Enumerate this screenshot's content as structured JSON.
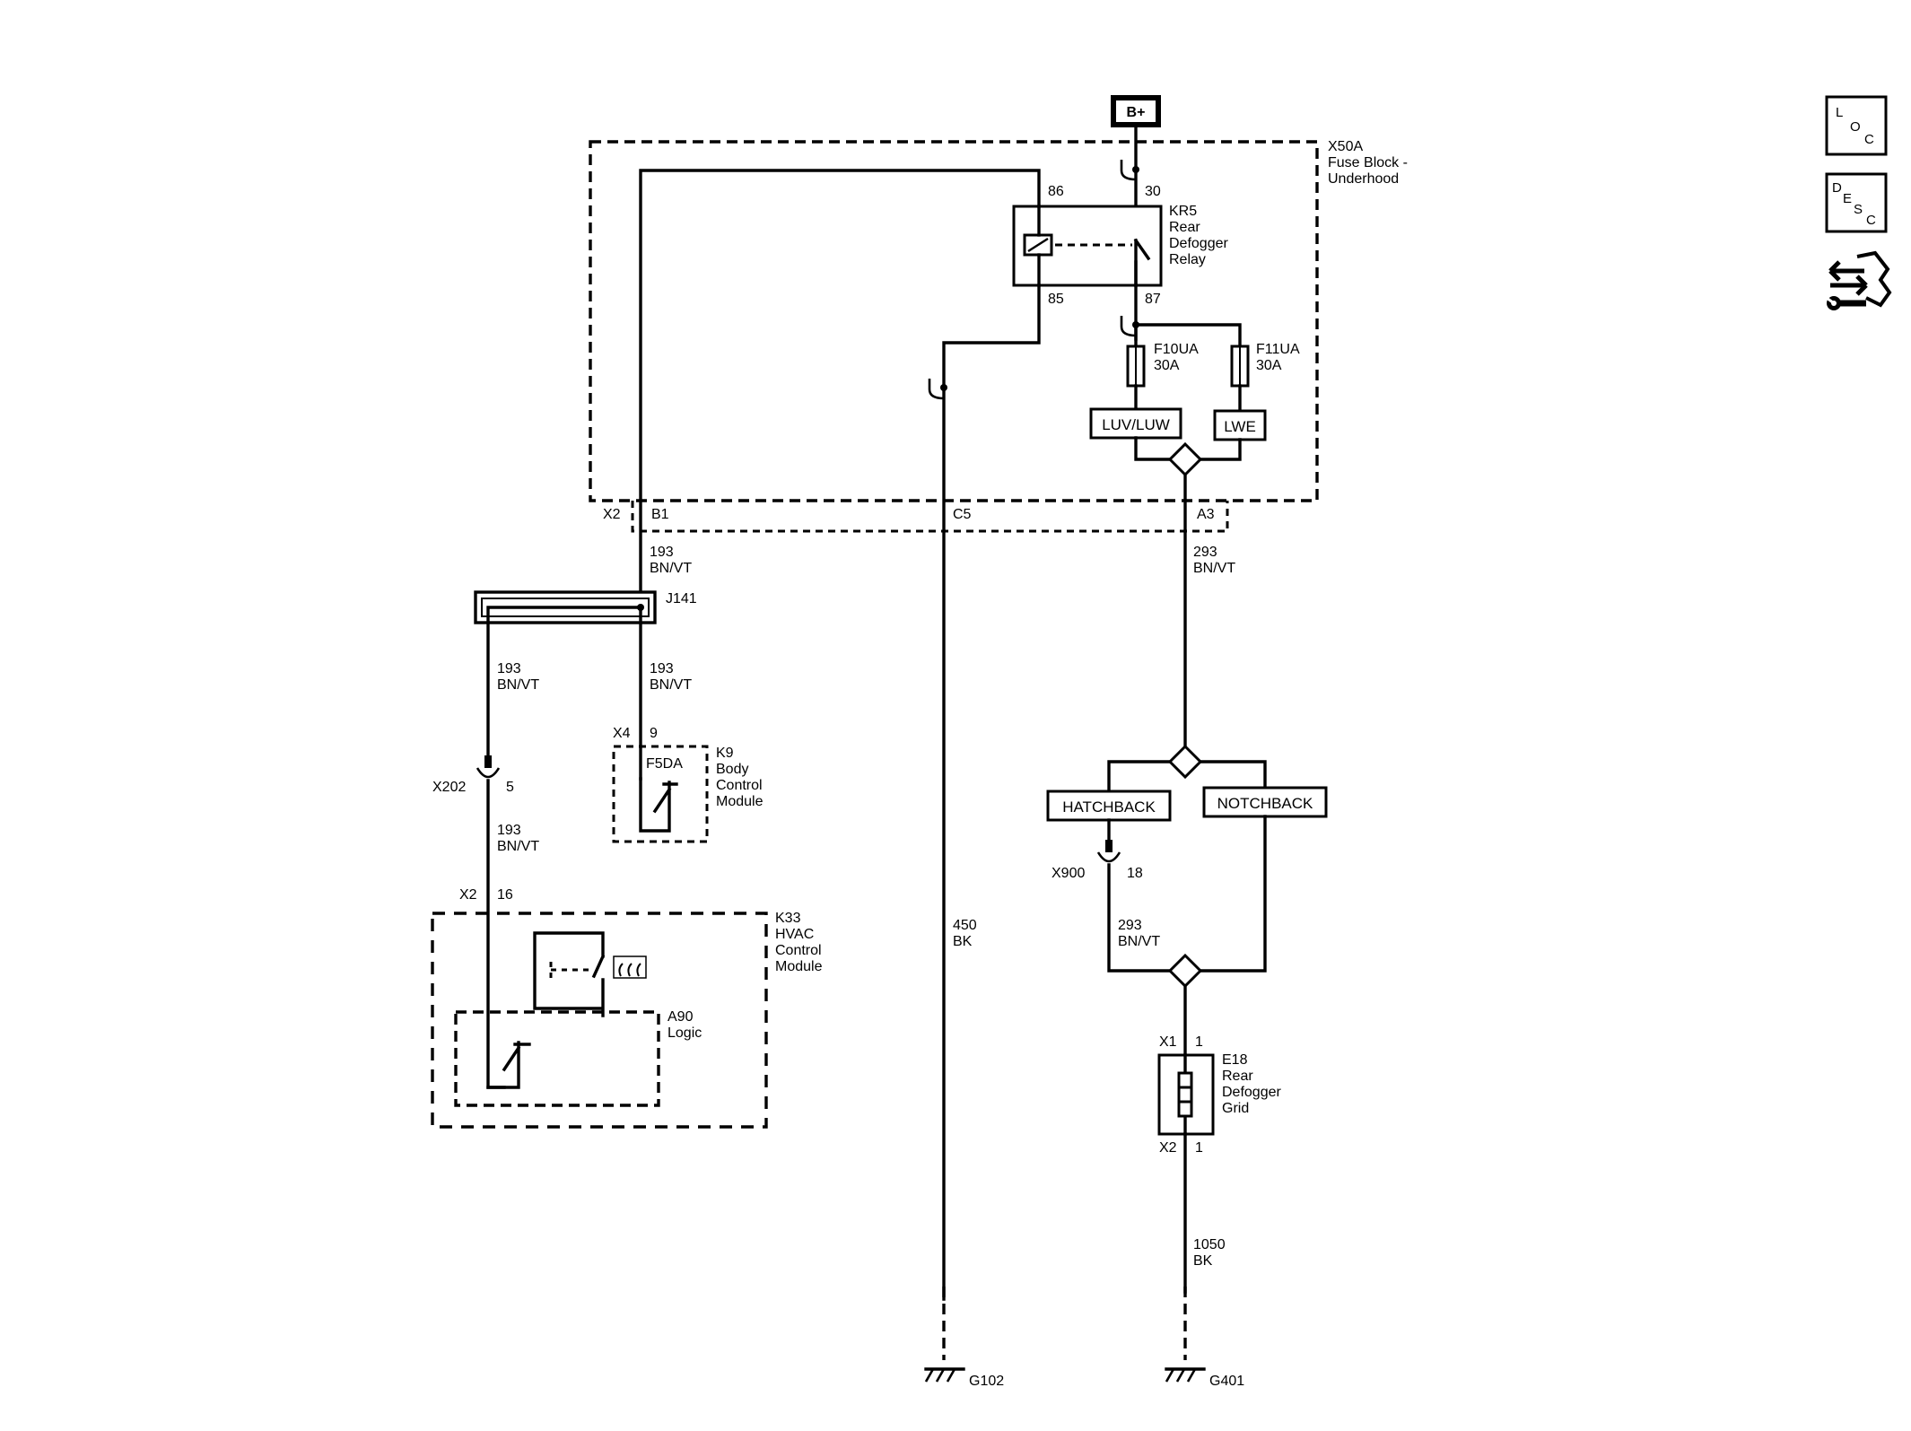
{
  "power": {
    "label": "B+"
  },
  "fuse_block": {
    "id": "X50A",
    "name_line1": "Fuse Block -",
    "name_line2": "Underhood"
  },
  "relay": {
    "id": "KR5",
    "name_line1": "Rear",
    "name_line2": "Defogger",
    "name_line3": "Relay",
    "pin_86": "86",
    "pin_30": "30",
    "pin_85": "85",
    "pin_87": "87"
  },
  "fuses": [
    {
      "id": "F10UA",
      "rating": "30A",
      "option": "LUV/LUW"
    },
    {
      "id": "F11UA",
      "rating": "30A",
      "option": "LWE"
    }
  ],
  "connector_x2": {
    "id": "X2",
    "pin_b1": "B1",
    "pin_c5": "C5",
    "pin_a3": "A3"
  },
  "wires": {
    "w193a": {
      "circuit": "193",
      "color": "BN/VT"
    },
    "w293a": {
      "circuit": "293",
      "color": "BN/VT"
    },
    "w193b": {
      "circuit": "193",
      "color": "BN/VT"
    },
    "w193c": {
      "circuit": "193",
      "color": "BN/VT"
    },
    "w193d": {
      "circuit": "193",
      "color": "BN/VT"
    },
    "w450": {
      "circuit": "450",
      "color": "BK"
    },
    "w293b": {
      "circuit": "293",
      "color": "BN/VT"
    },
    "w1050": {
      "circuit": "1050",
      "color": "BK"
    }
  },
  "splice": {
    "id": "J141"
  },
  "bcm": {
    "connector": "X4",
    "pin": "9",
    "output": "F5DA",
    "id": "K9",
    "name_line1": "Body",
    "name_line2": "Control",
    "name_line3": "Module"
  },
  "inline_x202": {
    "id": "X202",
    "pin": "5"
  },
  "hvac": {
    "connector": "X2",
    "pin": "16",
    "id": "K33",
    "name_line1": "HVAC",
    "name_line2": "Control",
    "name_line3": "Module",
    "logic_id": "A90",
    "logic_name": "Logic"
  },
  "options": {
    "hatchback": "HATCHBACK",
    "notchback": "NOTCHBACK"
  },
  "inline_x900": {
    "id": "X900",
    "pin": "18"
  },
  "grid": {
    "x1": "X1",
    "x1_pin": "1",
    "x2": "X2",
    "x2_pin": "1",
    "id": "E18",
    "name_line1": "Rear",
    "name_line2": "Defogger",
    "name_line3": "Grid"
  },
  "grounds": {
    "g102": "G102",
    "g401": "G401"
  },
  "side_icons": {
    "loc": {
      "l1": "L",
      "l2": "O",
      "l3": "C"
    },
    "desc": {
      "l1": "D",
      "l2": "E",
      "l3": "S",
      "l4": "C"
    },
    "connector_icon": "connector-repair-icon"
  }
}
